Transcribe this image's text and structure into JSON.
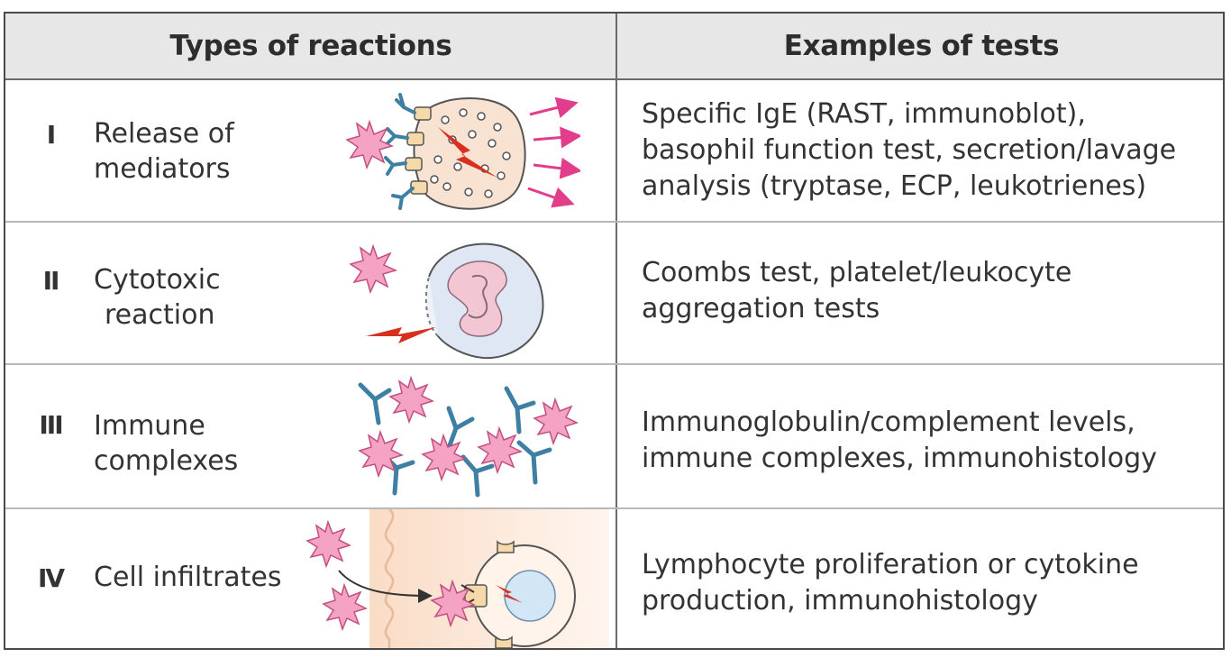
{
  "headers": {
    "types": "Types of reactions",
    "examples": "Examples of tests"
  },
  "rows": [
    {
      "numeral": "I",
      "type_lines": [
        "Release of",
        "mediators"
      ],
      "test_lines": [
        "Specific IgE (RAST, immunoblot),",
        "basophil function test, secretion/lavage",
        "analysis (tryptase, ECP, leukotrienes)"
      ],
      "illustration": "mast-cell-degranulation"
    },
    {
      "numeral": "II",
      "type_lines": [
        "Cytotoxic",
        "reaction"
      ],
      "test_lines": [
        "Coombs test, platelet/leukocyte",
        "aggregation tests"
      ],
      "illustration": "cytotoxic-cell-lysis"
    },
    {
      "numeral": "III",
      "type_lines": [
        "Immune",
        "complexes"
      ],
      "test_lines": [
        "Immunoglobulin/complement levels,",
        "immune complexes, immunohistology"
      ],
      "illustration": "antigen-antibody-complexes"
    },
    {
      "numeral": "IV",
      "type_lines": [
        "Cell infiltrates"
      ],
      "test_lines": [
        "Lymphocyte proliferation or cytokine",
        "production, immunohistology"
      ],
      "illustration": "t-cell-infiltration"
    }
  ],
  "colors": {
    "antigen": "#f4a3c4",
    "antigen_stroke": "#c2507f",
    "antibody": "#3e7fa4",
    "arrow_pink": "#e23d8a",
    "lightning": "#d8301f",
    "cell_fill": "#f8e2d2",
    "header_bg": "#e7e7e7"
  }
}
